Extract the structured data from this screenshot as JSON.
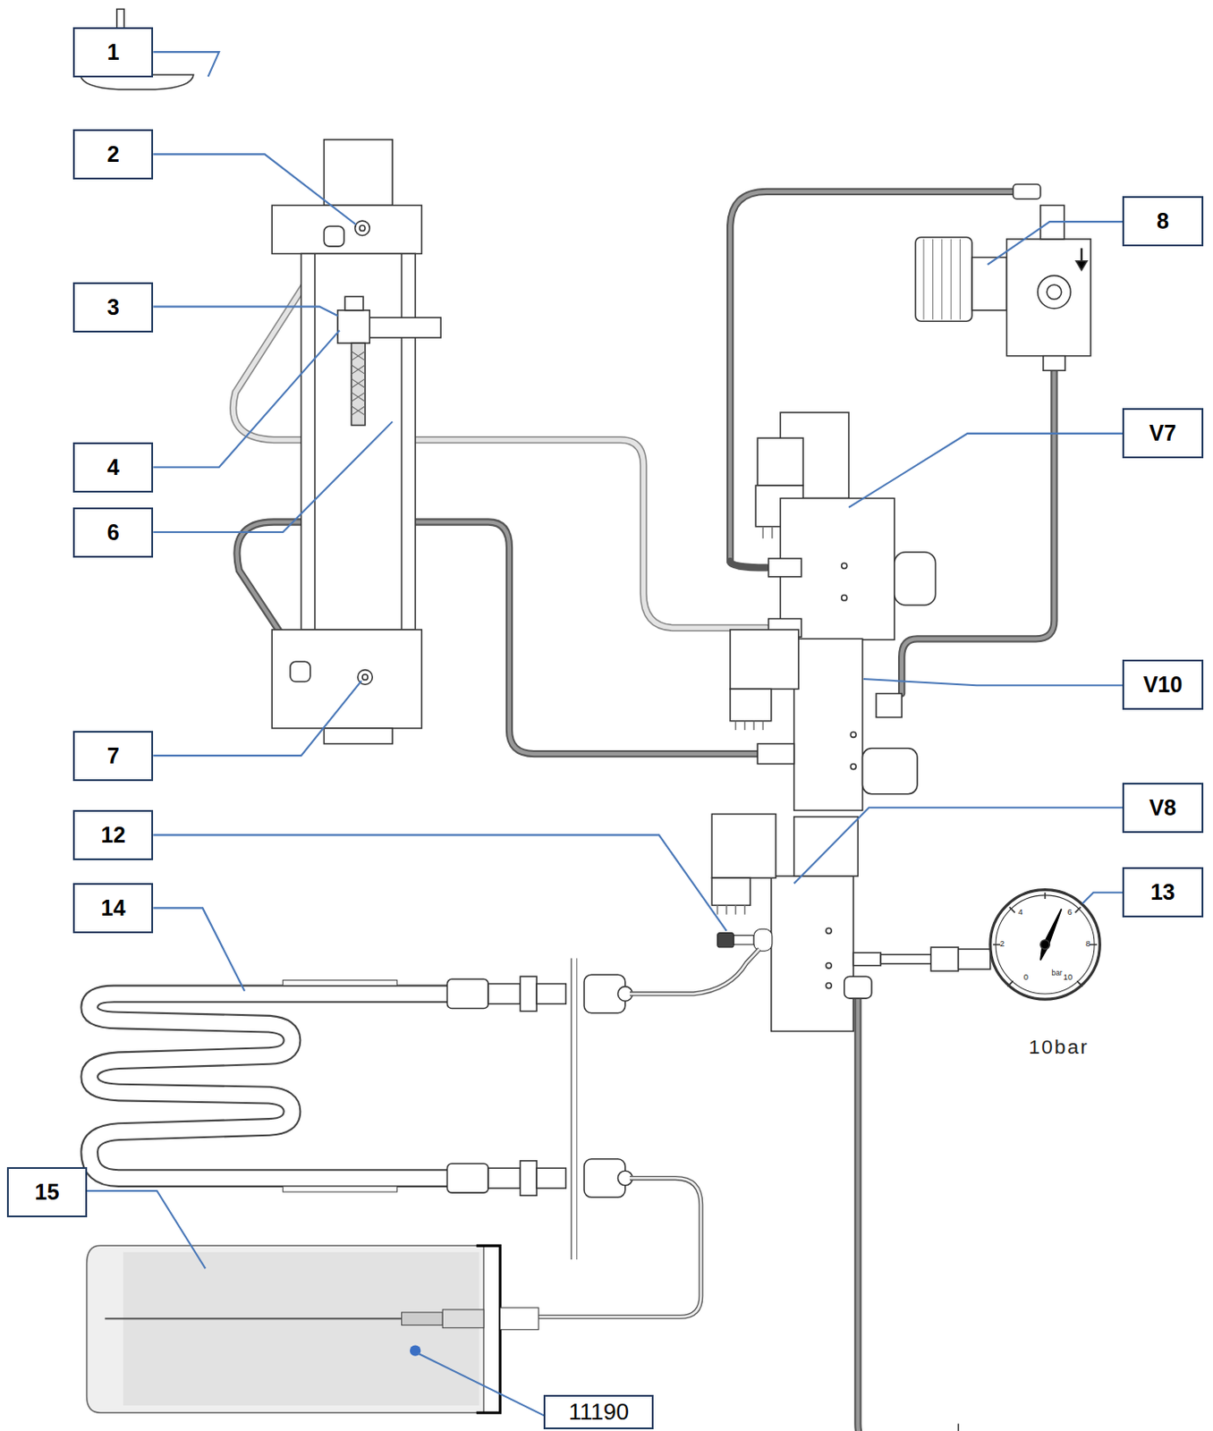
{
  "diagram": {
    "nodes": [
      {
        "text": [
          "1"
        ]
      },
      {
        "text": [
          "2"
        ]
      },
      {
        "text": [
          "8"
        ]
      },
      {
        "text": [
          "3"
        ]
      },
      {
        "text": [
          "4"
        ]
      },
      {
        "text": [
          "V7"
        ]
      },
      {
        "text": [
          "6"
        ]
      },
      {
        "text": [
          "V10"
        ]
      },
      {
        "text": [
          "7"
        ]
      },
      {
        "text": [
          "V8"
        ]
      },
      {
        "text": [
          "12"
        ]
      },
      {
        "text": [
          "14"
        ]
      },
      {
        "text": [
          "13"
        ]
      },
      {
        "text": [
          "15"
        ]
      },
      {
        "text": [
          "11190"
        ]
      }
    ],
    "labels": [
      "0",
      "2",
      "4",
      "6",
      "8",
      "10",
      "bar",
      "10bar"
    ]
  }
}
